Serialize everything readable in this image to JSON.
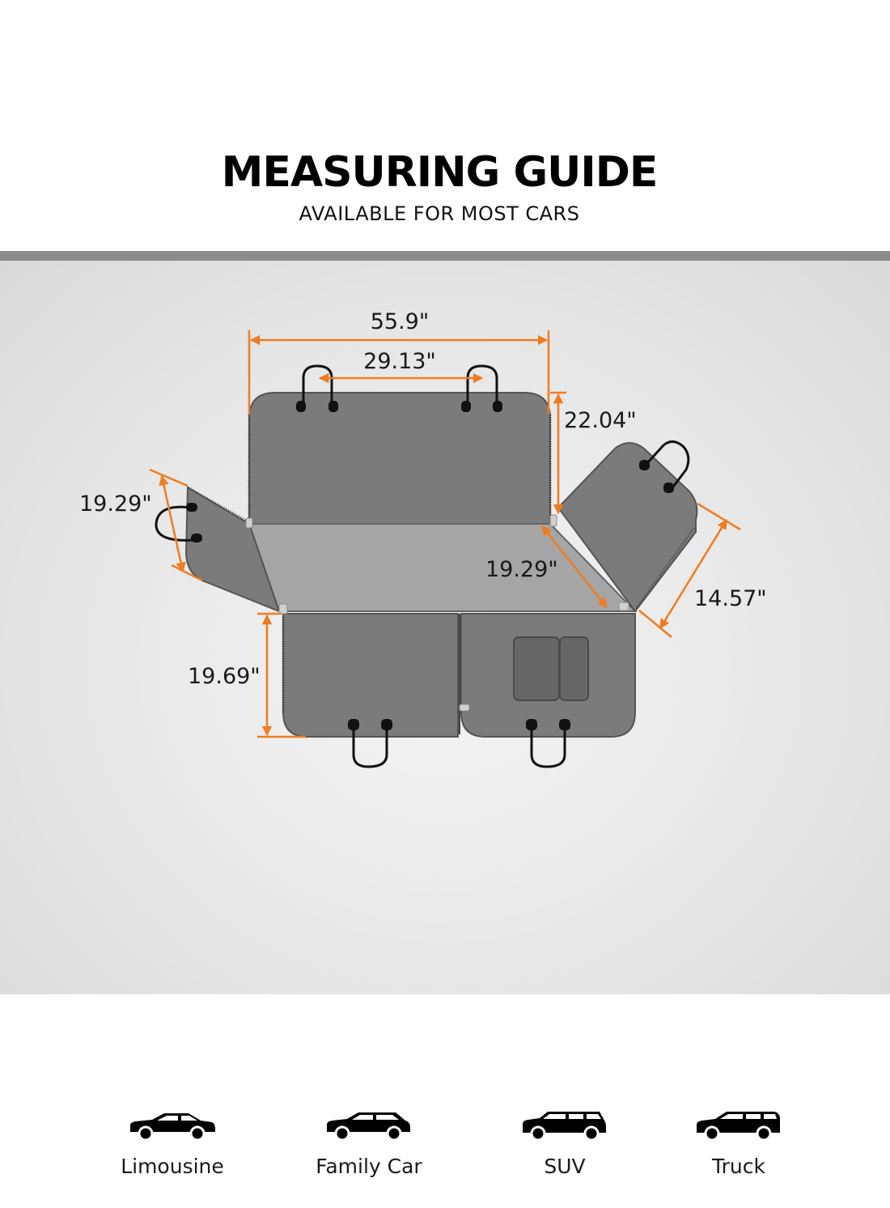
{
  "header": {
    "title": "MEASURING GUIDE",
    "subtitle": "AVAILABLE FOR MOST CARS"
  },
  "dimensions": {
    "total_width": "55.9\"",
    "hook_spacing": "29.13\"",
    "backrest_height": "22.04\"",
    "left_flap": "19.29\"",
    "right_flap_diagonal": "19.29\"",
    "right_flap_width": "14.57\"",
    "seat_depth": "19.69\""
  },
  "vehicles": [
    {
      "label": "Limousine",
      "icon": "sedan-icon"
    },
    {
      "label": "Family Car",
      "icon": "hatchback-icon"
    },
    {
      "label": "SUV",
      "icon": "suv-icon"
    },
    {
      "label": "Truck",
      "icon": "truck-icon"
    }
  ],
  "colors": {
    "accent": "#f07c22",
    "panel_dark": "#7b7b7b",
    "panel_light": "#a5a5a5",
    "bar": "#8c8c8c"
  }
}
